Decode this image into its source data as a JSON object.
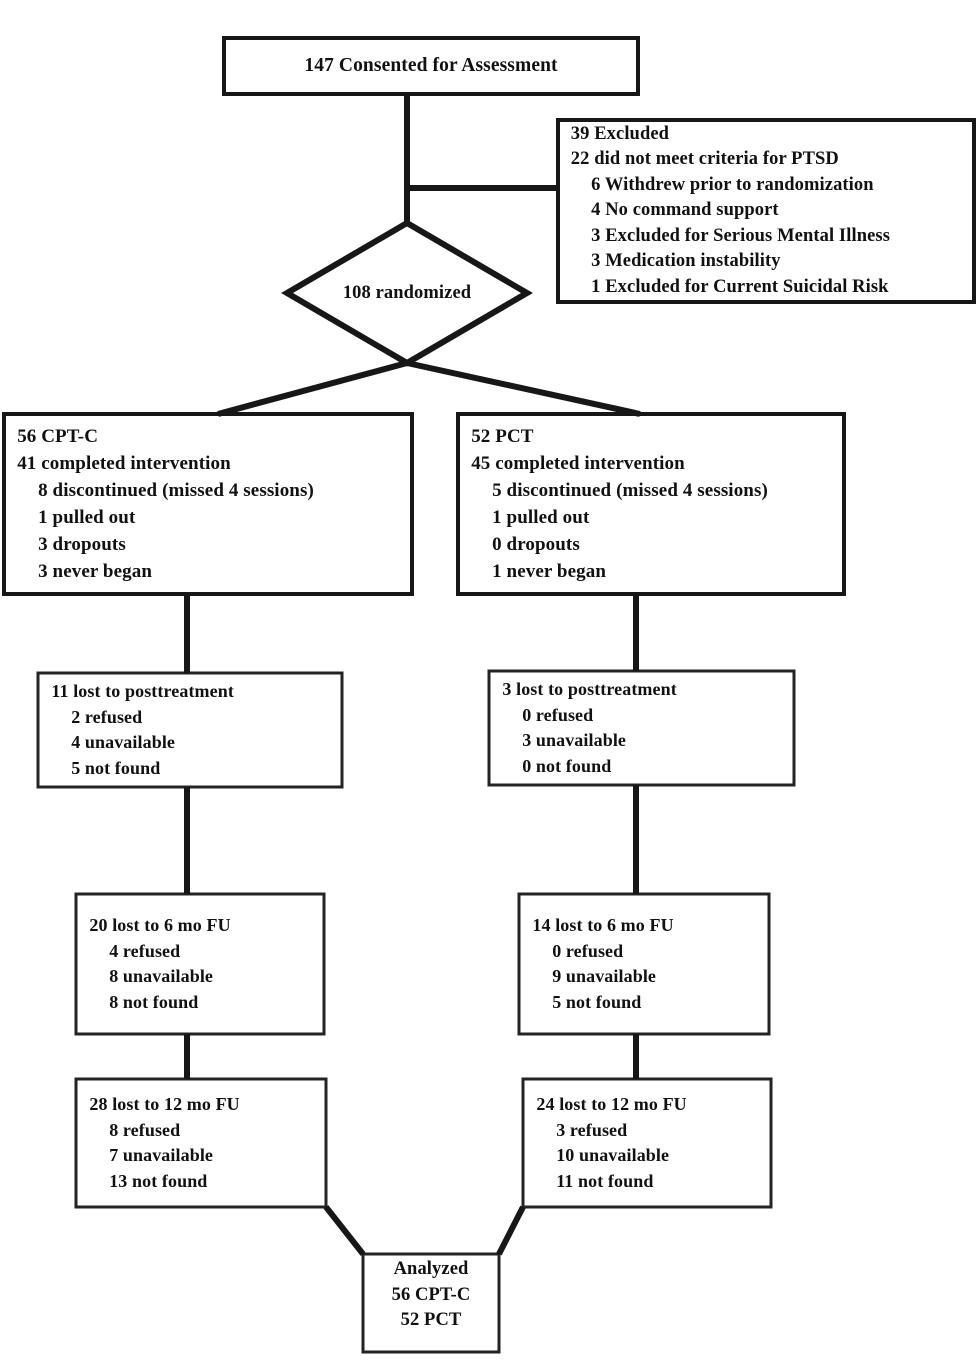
{
  "diagram": {
    "type": "consort-flow-diagram",
    "title": "CONSORT participant flow",
    "stroke_color": "#171717",
    "background_color": "#ffffff"
  },
  "nodes": {
    "consented": {
      "shape": "rectangle",
      "lines": [
        "147 Consented for Assessment"
      ]
    },
    "excluded": {
      "shape": "rectangle",
      "lines": [
        "39 Excluded",
        "22 did not meet criteria for PTSD",
        "6 Withdrew prior to randomization",
        "4 No command support",
        "3 Excluded for Serious Mental Illness",
        "3 Medication instability",
        "1 Excluded for Current Suicidal Risk"
      ],
      "indents": [
        0,
        0,
        1,
        1,
        1,
        1,
        1
      ]
    },
    "randomized": {
      "shape": "diamond",
      "lines": [
        "108 randomized"
      ]
    },
    "cptc": {
      "shape": "rectangle",
      "lines": [
        "56 CPT-C",
        "41 completed intervention",
        "8 discontinued (missed 4 sessions)",
        "1 pulled out",
        "3 dropouts",
        "3 never began"
      ],
      "indents": [
        0,
        0,
        1,
        1,
        1,
        1
      ]
    },
    "pct": {
      "shape": "rectangle",
      "lines": [
        "52 PCT",
        "45 completed intervention",
        "5 discontinued (missed 4 sessions)",
        "1 pulled out",
        "0 dropouts",
        "1 never began"
      ],
      "indents": [
        0,
        0,
        1,
        1,
        1,
        1
      ]
    },
    "post_left": {
      "shape": "rectangle",
      "lines": [
        "11 lost to posttreatment",
        "2 refused",
        "4 unavailable",
        "5 not found"
      ],
      "indents": [
        0,
        1,
        1,
        1
      ]
    },
    "post_right": {
      "shape": "rectangle",
      "lines": [
        "3 lost to posttreatment",
        "0 refused",
        "3 unavailable",
        "0 not found"
      ],
      "indents": [
        0,
        1,
        1,
        1
      ]
    },
    "fu6_left": {
      "shape": "rectangle",
      "lines": [
        "20 lost to 6 mo FU",
        "4 refused",
        "8 unavailable",
        "8 not found"
      ],
      "indents": [
        0,
        1,
        1,
        1
      ]
    },
    "fu6_right": {
      "shape": "rectangle",
      "lines": [
        "14 lost to 6 mo FU",
        "0 refused",
        "9 unavailable",
        "5 not found"
      ],
      "indents": [
        0,
        1,
        1,
        1
      ]
    },
    "fu12_left": {
      "shape": "rectangle",
      "lines": [
        "28 lost to 12 mo FU",
        "8 refused",
        "7 unavailable",
        "13 not found"
      ],
      "indents": [
        0,
        1,
        1,
        1
      ]
    },
    "fu12_right": {
      "shape": "rectangle",
      "lines": [
        "24 lost to 12 mo FU",
        "3 refused",
        "10 unavailable",
        "11 not found"
      ],
      "indents": [
        0,
        1,
        1,
        1
      ]
    },
    "analyzed": {
      "shape": "rectangle",
      "lines": [
        "Analyzed",
        "56 CPT-C",
        "52 PCT"
      ]
    }
  }
}
